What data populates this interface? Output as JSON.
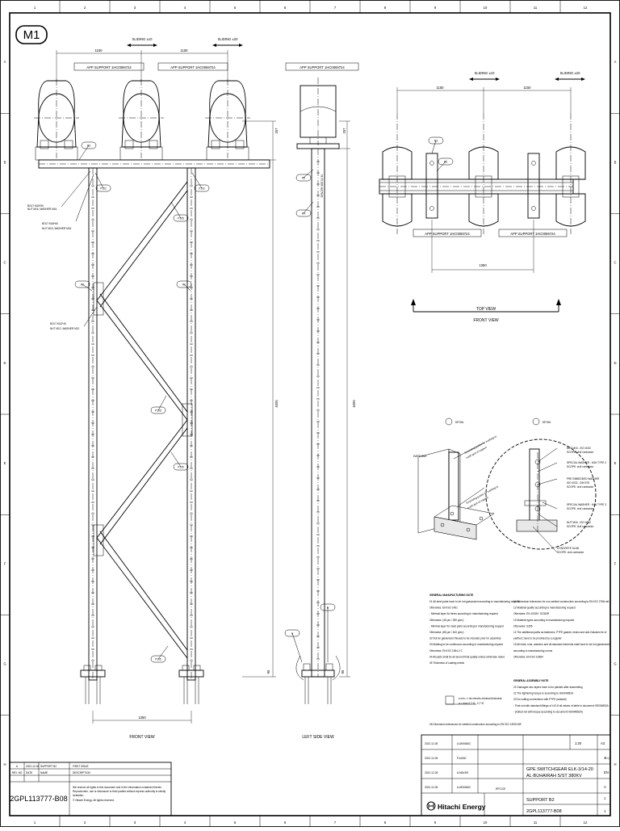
{
  "sheet": {
    "badge": "M1",
    "col_labels": [
      "1",
      "2",
      "3",
      "4",
      "5",
      "6",
      "7",
      "8",
      "9",
      "10",
      "11",
      "12"
    ],
    "row_labels": [
      "A",
      "B",
      "C",
      "D",
      "E",
      "F",
      "G",
      "H"
    ]
  },
  "front": {
    "sliding_left": "SLIDING ±10",
    "sliding_right": "SLIDING ±20",
    "dim_1150_a": "1150",
    "dim_1150_b": "1150",
    "app_support_1": "APP SUPPORT 1HC0069724",
    "app_support_2": "APP SUPPORT 1HC0069724",
    "tag_r3": "R3",
    "tag_p102_a": "P102",
    "tag_p102_b": "P102",
    "tag_p105_a": "P105",
    "tag_p105_b": "P105",
    "tag_p105_c": "P105",
    "tag_p105_d": "P105",
    "tag_r2_a": "R2",
    "tag_r2_b": "R2",
    "bolt1": "BOLT M16*60",
    "bolt1_b": "NUT M16, WASHER M16",
    "bolt2": "BOLT M16*60",
    "bolt2_b": "NUT M16, WASHER M16",
    "bolt3": "BOLT M12*40",
    "bolt3_b": "NUT M12, WASHER M12",
    "dim_bottom": "1350",
    "dim_height": "4005",
    "dim_top": "257",
    "dim_9": "95",
    "title": "FRONT VIEW"
  },
  "side": {
    "app_support": "APP SUPPORT 1HC0069724",
    "tag_r5": "R5",
    "tag_r4": "R4",
    "tag_a": "A",
    "tag_b": "B",
    "spacer": "SPACER SEE 04 EL",
    "dim_height": "4005",
    "dim_top": "257",
    "dim_9": "95",
    "title": "LEFT SIDE VIEW"
  },
  "top": {
    "sliding_left": "SLIDING ±10",
    "sliding_right": "SLIDING ±20",
    "dim_1150_a": "1150",
    "dim_1150_b": "1150",
    "app_support_1": "APP SUPPORT 1HC0069724",
    "app_support_2": "APP SUPPORT 1HC0069724",
    "dim_1350": "1350",
    "tag_r3": "R3",
    "tag_r5": "R5",
    "title": "TOP VIEW",
    "subtitle": "FRONT VIEW"
  },
  "details": {
    "detail_a": "DETAIL",
    "detail_b": "DETAIL",
    "earthing": "EARTHING",
    "note_a1": "Grounding points for earthing to",
    "note_a2": "earth grid of support",
    "note_a3": "Grounding points for earthing to",
    "note_a4": "earth grid of support",
    "b_labels": [
      "NUT M16 - ISO 4032",
      "SCOPE: civil contractor",
      "SPECIAL WASHER - M16 TYPE 2",
      "SCOPE: civil contractor",
      "PRE EMBEDDED WASHER",
      "ISO 4032 - DIN 976",
      "SCOPE: civil contractor",
      "SPECIAL WASHER - M16 TYPE 3",
      "SCOPE: civil contractor",
      "NUT M16 - ISO 4032",
      "SCOPE: civil contractor",
      "CONCRETE SLAB",
      "SCOPE: civil contractor"
    ]
  },
  "notes": {
    "heading_left": "GENERAL MANUFACTURING NOTE",
    "heading_right": "GENERAL ASSEMBLY NOTE",
    "left": [
      "01  All steel parts have to be hot galvanized according to manufacturing request",
      "     Otherwise:      EN ISO 1461",
      "     - Minimal layer for items according to manufacturing request",
      "     Otherwise:      (45 μm / 390 g/m²)",
      "     - Minimal layer for steel parts according to manufacturing request",
      "     Otherwise:      (85 μm / 610 g/m²)",
      "02  Not be galvanized threads to be included prior for assembly",
      "03  Marking to be continuous according to manufacturing request",
      "     Otherwise:      EN ISO 1964-2 C",
      "04  All parts shall be all around final quality unless otherwise noted",
      "05  Thickness of coating needs"
    ],
    "right": [
      "11  Dimension tolerances for non-welded construction according to EN ISO 2768-mK",
      "12  Material quality according to manufacturing request",
      "     Otherwise:      EN 10025 / S235JR",
      "13  Material types according to manufacturing request",
      "     Otherwise:      S355",
      "14  The additional paths as fasteners, PTFE gasket, resins and anti-Galvanic tie of",
      "     earthed; have to be provided by a supplier",
      "15  All bolts, nuts, washers and all standard elements shall have to be hot galvanized",
      "     according to manufacturing norms",
      "     Otherwise:      EN ISO 10684"
    ],
    "right_b": [
      "21  Damaged zinc layers have to be painted after assembling",
      "22  The tightening torque is according to HS004852A",
      "23  No cutting connections with PTFE (sealant)",
      "     - Post not with standard fittings of ±10.8 all values of table in document HS004852A",
      "     - (bolted not with torque according to document HS004852A)"
    ],
    "formula_a": "s min = t  de relevés minimal thickness",
    "formula_b": "a = max  0,7·t1 ; 0,7·t2",
    "last": "06  Dimension tolerances for welded construction according to EN ISO 13920-BE"
  },
  "revision": {
    "rows": [
      [
        "A",
        "2022-12-05",
        "SUPPORT B2",
        "FIRST ISSUE"
      ],
      [
        "REV. NO",
        "DATE",
        "NAME",
        "DESCRIPTION"
      ]
    ],
    "doc_no": "2GPL113777-B08",
    "disclaimer_1": "We reserve all rights in this document and in the information contained therein.",
    "disclaimer_2": "Reproduction, use or disclosure to third parties without express authority is strictly",
    "disclaimer_3": "forbidden.",
    "disclaimer_4": "© Hitachi Energy. All rights reserved."
  },
  "title_block": {
    "dates": [
      "2022-12-05",
      "2022-12-05",
      "2022-12-05",
      "2022-12-05"
    ],
    "names": [
      "A.ARANDIC",
      "P.ALBIC",
      "A.MAYAR",
      "A.ARANDIC"
    ],
    "status": "IFPC/CE",
    "project_1": "GPE SWITCHGEAR ELK-3/14-20",
    "project_2": "AL-BUHAIRAH S/ST 380KV",
    "title": "SUPPORT B2",
    "doc_no": "2GPL113777-B08",
    "sheet_no": "1",
    "sheets": "1",
    "scale": "1:20",
    "lang": "EN",
    "rev": "A",
    "code": "A3",
    "company": "Hitachi Energy"
  }
}
